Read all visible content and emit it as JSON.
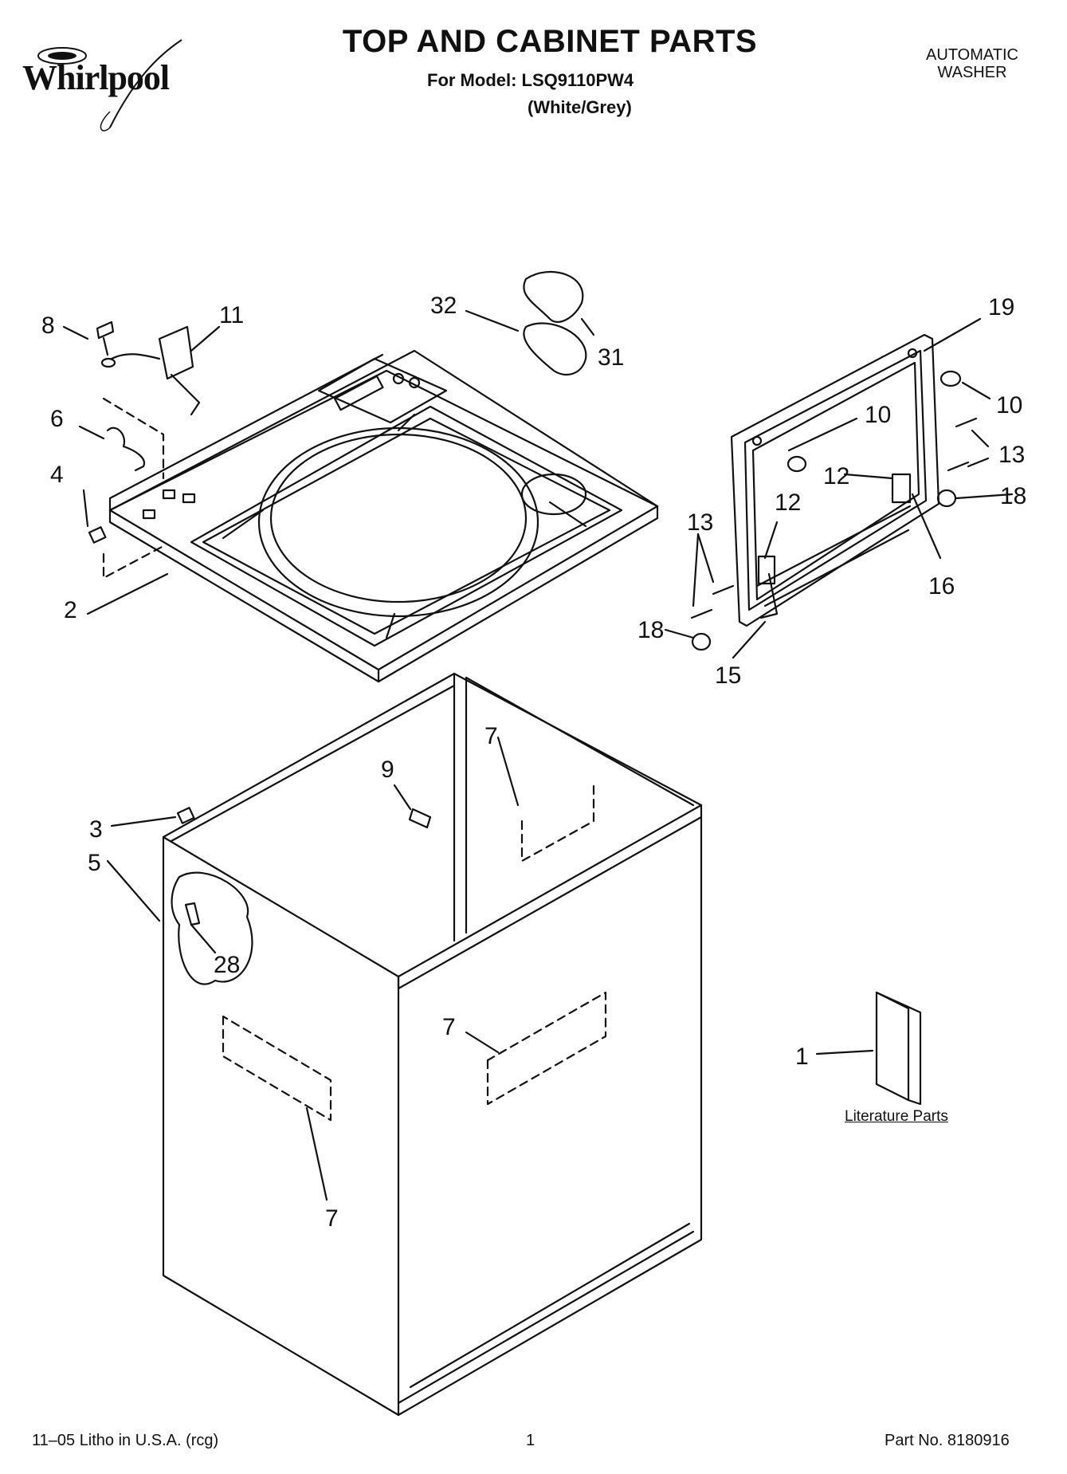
{
  "header": {
    "brand": "Whirlpool",
    "title": "TOP AND CABINET PARTS",
    "model_line": "For Model: LSQ9110PW4",
    "color_line": "(White/Grey)",
    "product_type_line1": "AUTOMATIC",
    "product_type_line2": "WASHER"
  },
  "callouts": {
    "c8": "8",
    "c11": "11",
    "c32": "32",
    "c31": "31",
    "c19": "19",
    "c6": "6",
    "c4": "4",
    "c2": "2",
    "c10a": "10",
    "c10b": "10",
    "c13a": "13",
    "c13b": "13",
    "c12a": "12",
    "c12b": "12",
    "c18a": "18",
    "c18b": "18",
    "c16": "16",
    "c15": "15",
    "c9": "9",
    "c7a": "7",
    "c7b": "7",
    "c7c": "7",
    "c3": "3",
    "c5": "5",
    "c28": "28",
    "c1": "1"
  },
  "literature_label": "Literature Parts",
  "footer": {
    "left": "11–05 Litho in U.S.A. (rcg)",
    "page": "1",
    "right": "Part No. 8180916"
  }
}
